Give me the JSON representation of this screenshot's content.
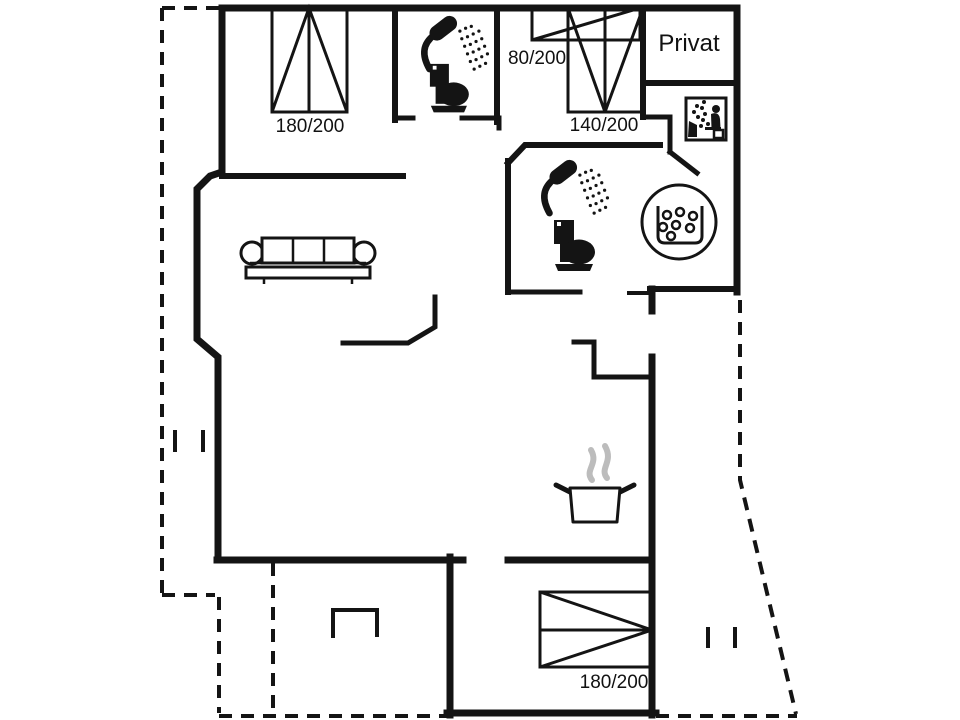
{
  "plan": {
    "labels": {
      "bed_double_top": "180/200",
      "bed_single": "80/200",
      "bed_mid": "140/200",
      "private_room": "Privat",
      "bed_double_bottom": "180/200"
    },
    "colors": {
      "wall_line": "#141414",
      "steam_gray": "#bcbcbc",
      "background": "#ffffff"
    },
    "icons": [
      "shower-icon",
      "toilet-icon",
      "sofa-icon",
      "whirlpool-tub-icon",
      "sauna-icon",
      "cooking-pot-icon",
      "terrace-furniture-icon"
    ]
  }
}
